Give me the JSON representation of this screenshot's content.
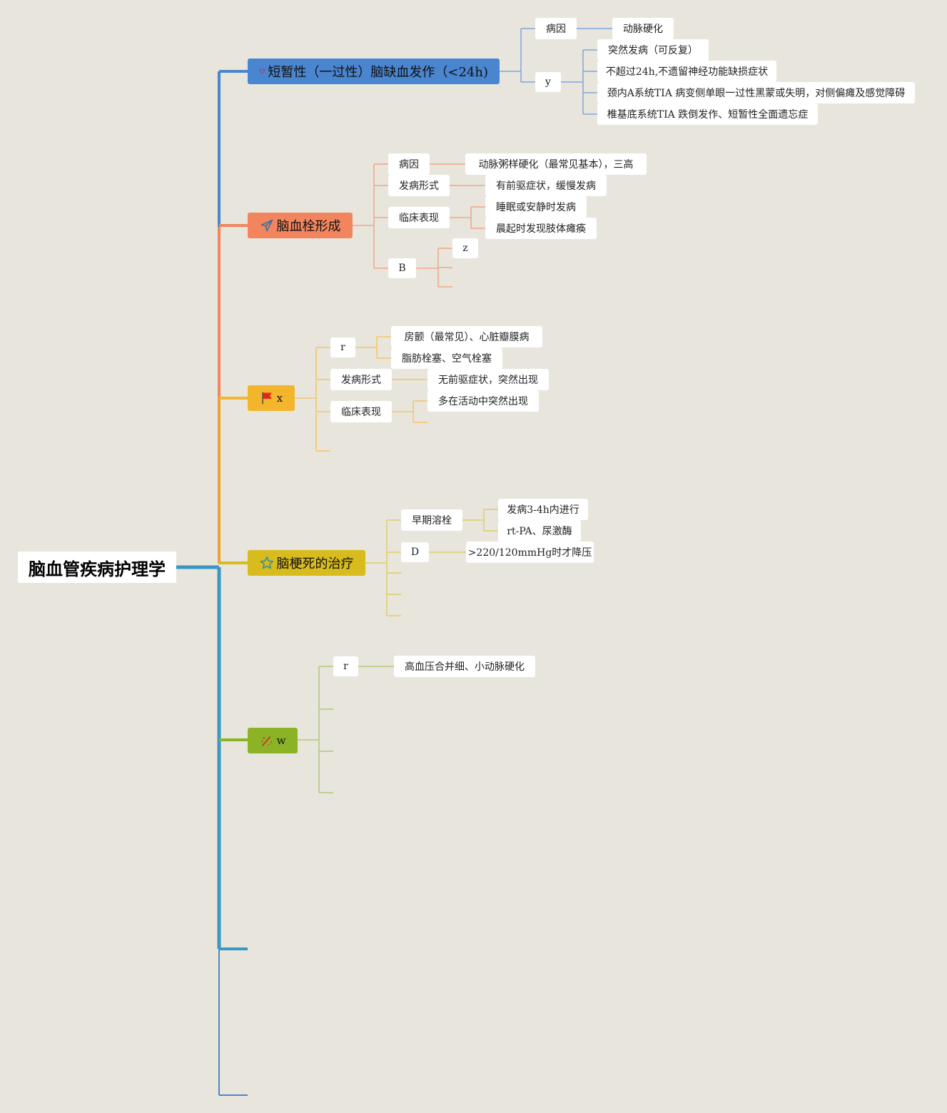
{
  "root": {
    "title": "脑血管疾病护理学"
  },
  "colors": {
    "blue": "#4a85d0",
    "orange": "#f2855e",
    "amber": "#f3b52c",
    "yellow": "#d8bb1c",
    "green": "#8cb326"
  },
  "icons": [
    "heart-icon",
    "paper-plane-icon",
    "flag-icon",
    "star-icon",
    "magic-wand-icon"
  ],
  "branches": [
    {
      "title": "短暂性（一过性）脑缺血发作（<24h)",
      "children": [
        {
          "label": "病因",
          "children": [
            "动脉硬化"
          ]
        },
        {
          "label": "y",
          "children": [
            "突然发病（可反复）",
            "不超过24h,不遗留神经功能缺损症状",
            "颈内A系统TIA 病变侧单眼一过性黑蒙或失明，对侧偏瘫及感觉障碍",
            "椎基底系统TIA 跌倒发作、短暂性全面遗忘症"
          ]
        }
      ]
    },
    {
      "title": "脑血栓形成",
      "children": [
        {
          "label": "病因",
          "children": [
            "动脉粥样硬化（最常见基本），三高"
          ]
        },
        {
          "label": "发病形式",
          "children": [
            "有前驱症状，缓慢发病"
          ]
        },
        {
          "label": "临床表现",
          "children": [
            "睡眠或安静时发病",
            "晨起时发现肢体瘫痪"
          ]
        },
        {
          "label": "B",
          "children": [
            "z"
          ]
        }
      ]
    },
    {
      "title": "x",
      "children": [
        {
          "label": "r",
          "children": [
            "房颤（最常见）、心脏瓣膜病",
            "脂肪栓塞、空气栓塞"
          ]
        },
        {
          "label": "发病形式",
          "children": [
            "无前驱症状，突然出现"
          ]
        },
        {
          "label": "临床表现",
          "children": [
            "多在活动中突然出现"
          ]
        }
      ]
    },
    {
      "title": "脑梗死的治疗",
      "children": [
        {
          "label": "早期溶栓",
          "children": [
            "发病3-4h内进行",
            "rt-PA、尿激酶"
          ]
        },
        {
          "label": "D",
          "children": [
            ">220/120mmHg时才降压"
          ]
        }
      ]
    },
    {
      "title": "w",
      "children": [
        {
          "label": "r",
          "children": [
            "高血压合并细、小动脉硬化"
          ]
        }
      ]
    }
  ]
}
